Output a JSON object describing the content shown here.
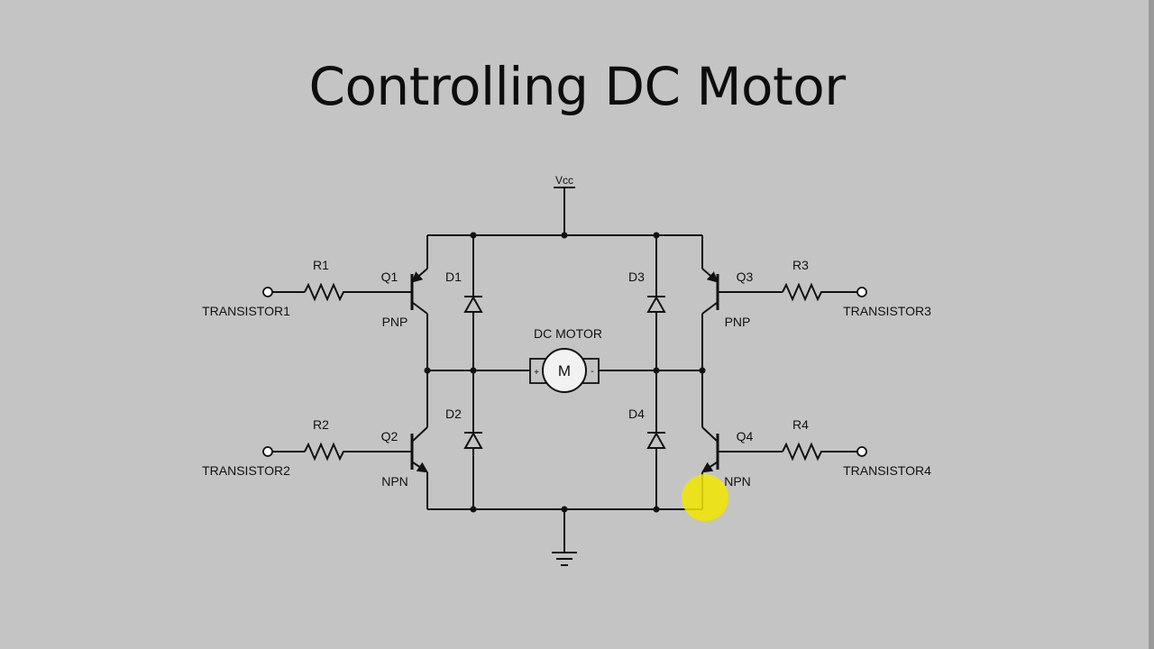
{
  "slide": {
    "title": "Controlling DC Motor"
  },
  "schematic": {
    "supply_label": "Vcc",
    "motor": {
      "title": "DC MOTOR",
      "symbol": "M",
      "plus": "+",
      "minus": "-"
    },
    "resistors": {
      "r1": "R1",
      "r2": "R2",
      "r3": "R3",
      "r4": "R4"
    },
    "transistors": {
      "q1": {
        "name": "Q1",
        "type": "PNP"
      },
      "q2": {
        "name": "Q2",
        "type": "NPN"
      },
      "q3": {
        "name": "Q3",
        "type": "PNP"
      },
      "q4": {
        "name": "Q4",
        "type": "NPN"
      }
    },
    "diodes": {
      "d1": "D1",
      "d2": "D2",
      "d3": "D3",
      "d4": "D4"
    },
    "inputs": {
      "in1": "TRANSISTOR1",
      "in2": "TRANSISTOR2",
      "in3": "TRANSISTOR3",
      "in4": "TRANSISTOR4"
    }
  },
  "colors": {
    "background": "#c4c4c4",
    "wire": "#111111",
    "cursor_highlight": "#f2e600"
  }
}
